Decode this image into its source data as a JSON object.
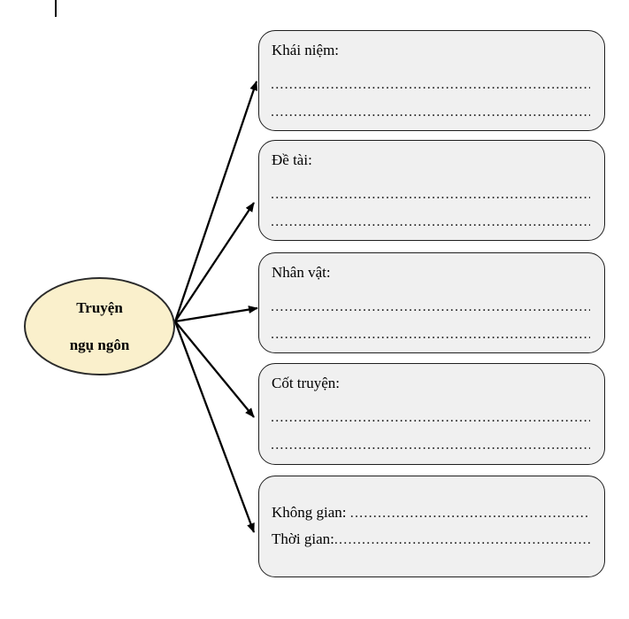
{
  "colors": {
    "page_background": "#ffffff",
    "node_fill": "#FAF0CC",
    "node_border": "#2b2b2b",
    "box_fill": "#F0F0F0",
    "box_border": "#1f1f1f",
    "arrow": "#000000",
    "text": "#000000"
  },
  "diagram": {
    "center_node": {
      "line1": "Truyện",
      "line2": "ngụ ngôn"
    },
    "dots": "..........................................................................................................................",
    "boxes": [
      {
        "label": "Khái niệm:"
      },
      {
        "label": "Đề tài:"
      },
      {
        "label": "Nhân vật:"
      },
      {
        "label": "Cốt truyện:"
      },
      {
        "row1_label": "Không gian: ",
        "row2_label": "Thời gian:"
      }
    ]
  }
}
